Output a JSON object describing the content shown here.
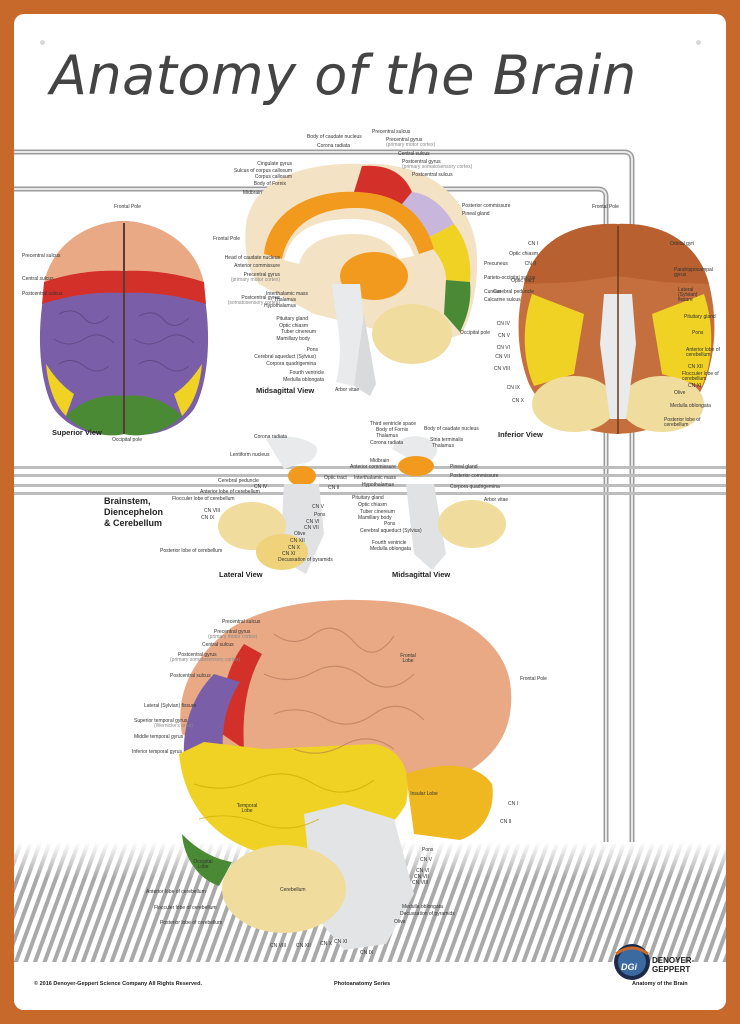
{
  "title": "Anatomy of the Brain",
  "views": {
    "superior": "Superior View",
    "midsagittal_top": "Midsagittal View",
    "inferior": "Inferior View",
    "brainstem_section": [
      "Brainstem,",
      "Diencephelon",
      "& Cerebellum"
    ],
    "lateral": "Lateral View",
    "midsagittal_small": "Midsagittal View"
  },
  "labels": {
    "superior": [
      "Frontal Pole",
      "Precentral sulcus",
      "Central sulcus",
      "Postcentral sulcus",
      "Occipital pole"
    ],
    "mid_top": [
      "Body of caudate nucleus",
      "Corona radiata",
      "Precentral sulcus",
      "Precentral gyrus",
      "(primary motor cortex)",
      "Central sulcus",
      "Postcentral gyrus",
      "(primary somatosensory cortex)",
      "Postcentral sulcus",
      "Cingulate gyrus",
      "Sulcus of corpus callosum",
      "Corpus callosum",
      "Body of Fornix",
      "Midbrain",
      "Frontal Pole",
      "Head of caudate nucleus",
      "Anterior commissure",
      "Precentral gyrus",
      "(primary motor cortex)",
      "Postcentral gyrus",
      "(somatosensory cortex)",
      "Interthalamic mass",
      "Thalamus",
      "Hypothalamus",
      "Pituitary gland",
      "Optic chiasm",
      "Tuber cinereum",
      "Mamillary body",
      "Pons",
      "Cerebral aqueduct (Sylvius)",
      "Corpora quadrigemina",
      "Fourth ventricle",
      "Medulla oblongata",
      "Arbor vitae",
      "Posterior commissure",
      "Pineal gland",
      "Precuneus",
      "Parieto-occipital sulcus",
      "Cuneus",
      "Calcarine sulcus",
      "Occipital pole"
    ],
    "inferior": [
      "Frontal Pole",
      "CN I",
      "Optic chiasm",
      "CN II",
      "Optic tract",
      "Cerebral peduncle",
      "CN IV",
      "CN V",
      "CN VI",
      "CN VII",
      "CN VIII",
      "CN IX",
      "CN X",
      "Orbital gyri",
      "Parahippocampal gyrus",
      "Lateral (Sylvian) fissure",
      "Pituitary gland",
      "Pons",
      "Anterior lobe of cerebellum",
      "CN XII",
      "Flocculer lobe of cerebellum",
      "CN XI",
      "Olive",
      "Medulla oblongata",
      "Posterior lobe of cerebellum"
    ],
    "lateral_small": [
      "Corona radiata",
      "Lentiform nucleus",
      "Cerebral peduncle",
      "CN IV",
      "Anterior lobe of cerebellum",
      "Flocculer lobe of cerebellum",
      "CN VIII",
      "CN IX",
      "Optic tract",
      "CN II",
      "CN V",
      "Pons",
      "CN VI",
      "CN VII",
      "Olive",
      "CN XII",
      "CN X",
      "CN XI",
      "Posterior lobe of cerebellum",
      "Decussation of pyramids"
    ],
    "mid_small": [
      "Third ventricle space",
      "Body of Fornix",
      "Thalamus",
      "Corona radiata",
      "Body of caudate nucleus",
      "Stria terminalis",
      "Thalamus",
      "Midbrain",
      "Anterior commissure",
      "Interthalamic mass",
      "Hypothalamus",
      "Pineal gland",
      "Posterior commissure",
      "Corpora quadrigemina",
      "Pituitary gland",
      "Optic chiasm",
      "Tuber cinereum",
      "Mamillary body",
      "Pons",
      "Cerebral aqueduct (Sylvius)",
      "Fourth ventricle",
      "Medulla oblongata",
      "Arbor vitae"
    ],
    "big_left": [
      "Precentral sulcus",
      "Precentral gyrus",
      "(primary motor cortex)",
      "Central sulcus",
      "Postcentral gyrus",
      "(primary somatosensory cortex)",
      "Postcentral sulcus",
      "Lateral (Sylvian) fissure",
      "Superior temporal gyrus",
      "(Wernicke's area)",
      "Middle temporal gyrus",
      "Inferior temporal gyrus",
      "Anterior lobe of cerebellum",
      "Flocculer lobe of cerebellum",
      "Posterior lobe of cerebellum"
    ],
    "big_right": [
      "Frontal Pole",
      "CN I",
      "CN II",
      "Pons",
      "CN V",
      "CN VI",
      "CN VII",
      "CN VIII",
      "Medulla oblongata",
      "Decussation of pyramids",
      "Olive"
    ],
    "big_bottom": [
      "CN VIII",
      "CN XII",
      "CN X",
      "CN IX",
      "CN XI"
    ],
    "big_inside": [
      "Frontal Lobe",
      "Temporal Lobe",
      "Insular Lobe",
      "Cerebellum",
      "Occipital Lobe"
    ]
  },
  "footer": {
    "copyright": "© 2016 Denoyer-Geppert Science Company All Rights Reserved.",
    "series": "Photoanatomy Series",
    "poster_name": "Anatomy of the Brain",
    "logo_text": "DGi",
    "brand_line1": "DENOYER-",
    "brand_line2": "GEPPERT"
  },
  "colors": {
    "border": "#c8692c",
    "frontal": "#e9a985",
    "precentral": "#d3302a",
    "parietal": "#7b5ea8",
    "temporal": "#f0d224",
    "occipital": "#4b8a34",
    "cerebellum": "#f0dc9c",
    "brainstem": "#e4e6e8"
  }
}
